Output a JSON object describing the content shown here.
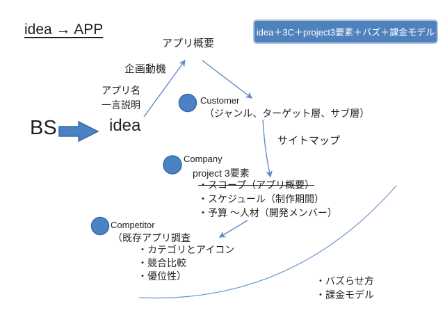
{
  "colors": {
    "accent_blue": "#4F81BD",
    "shape_blue": "#4A82C4",
    "shape_border": "#3A6AA6",
    "line_blue": "#6389C8",
    "text": "#1f1f1f"
  },
  "header": {
    "title": "idea → APP",
    "summary_box": "idea＋3C＋project3要素＋バズ＋課金モデル"
  },
  "labels": {
    "app_overview": "アプリ概要",
    "planning_motive": "企画動機",
    "app_name_line1": "アプリ名",
    "app_name_line2": "一言説明",
    "bs": "BS",
    "idea": "idea",
    "sitemap": "サイトマップ"
  },
  "customer": {
    "label": "Customer",
    "detail": "（ジャンル、ターゲット層、サブ層）"
  },
  "company": {
    "label": "Company",
    "subtitle": "project 3要素",
    "items": [
      "・スコープ（アプリ概要）",
      "・スケジュール（制作期間）",
      "・予算 ～人材（開発メンバー）"
    ]
  },
  "competitor": {
    "label": "Competitor",
    "subtitle": "（既存アプリ調査",
    "items": [
      "・カテゴリとアイコン",
      "・競合比較",
      "・優位性）"
    ]
  },
  "bottom_notes": [
    "・バズらせ方",
    "・課金モデル"
  ]
}
